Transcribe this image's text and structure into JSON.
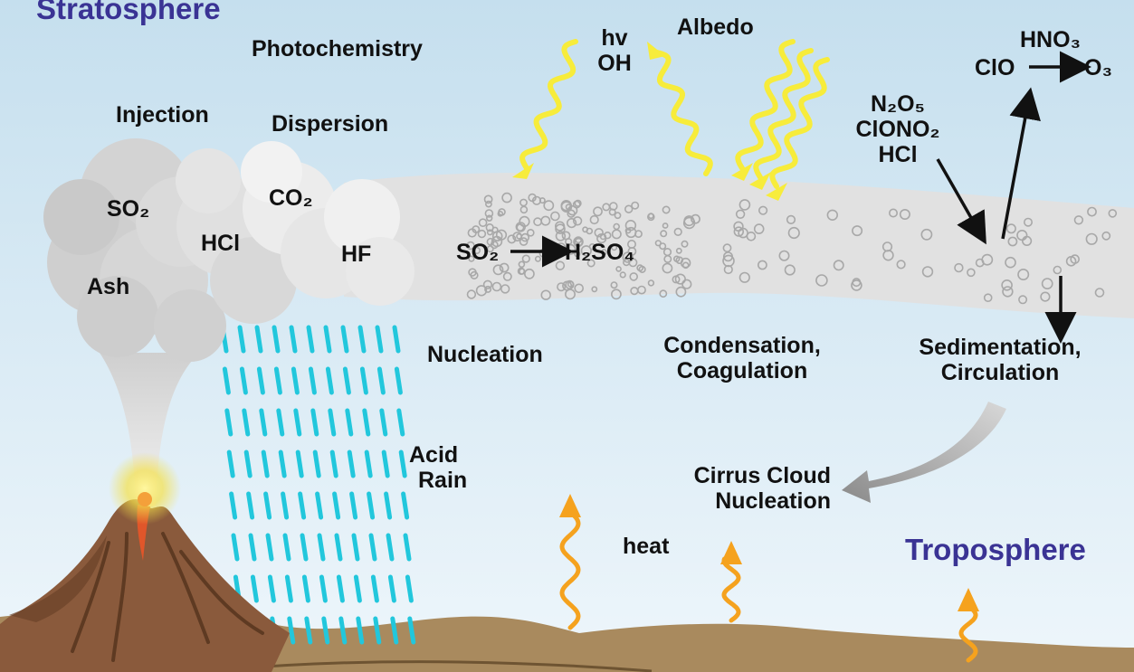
{
  "zones": {
    "stratosphere": "Stratosphere",
    "troposphere": "Troposphere"
  },
  "processes": {
    "photochemistry": "Photochemistry",
    "injection": "Injection",
    "dispersion": "Dispersion",
    "nucleation": "Nucleation",
    "condensation": "Condensation,",
    "coagulation": "Coagulation",
    "sedimentation": "Sedimentation,",
    "circulation": "Circulation",
    "acid_rain_1": "Acid",
    "acid_rain_2": "Rain",
    "cirrus_1": "Cirrus Cloud",
    "cirrus_2": "Nucleation",
    "heat": "heat",
    "albedo": "Albedo"
  },
  "radiation": {
    "hv": "hv",
    "oh": "OH"
  },
  "gases": {
    "so2": "SO₂",
    "hcl": "HCl",
    "co2": "CO₂",
    "hf": "HF",
    "ash": "Ash"
  },
  "reactions": {
    "so2_reactant": "SO₂",
    "h2so4_product": "H₂SO₄",
    "n2o5": "N₂O₅",
    "clono2": "ClONO₂",
    "hcl": "HCl",
    "hno3": "HNO₃",
    "clo": "ClO",
    "o3": "O₃"
  },
  "colors": {
    "sky_top": "#c5dfee",
    "sky_bottom": "#eef6fb",
    "ground": "#a98a5e",
    "volcano": "#8a5a3c",
    "lava_glow": "#f4e04a",
    "plume": "#e1e1e1",
    "droplet_outline": "#a8a8a8",
    "acid_rain": "#22c7dc",
    "sunlight": "#f7ec3b",
    "heat": "#f5a21e",
    "zone_label": "#3a3394",
    "text": "#111111"
  },
  "icons": {
    "sunlight": "sunlight-wavy-arrow-icon",
    "heat": "heat-wavy-arrow-icon",
    "reaction": "reaction-arrow-icon",
    "circulation": "curved-arrow-icon"
  }
}
